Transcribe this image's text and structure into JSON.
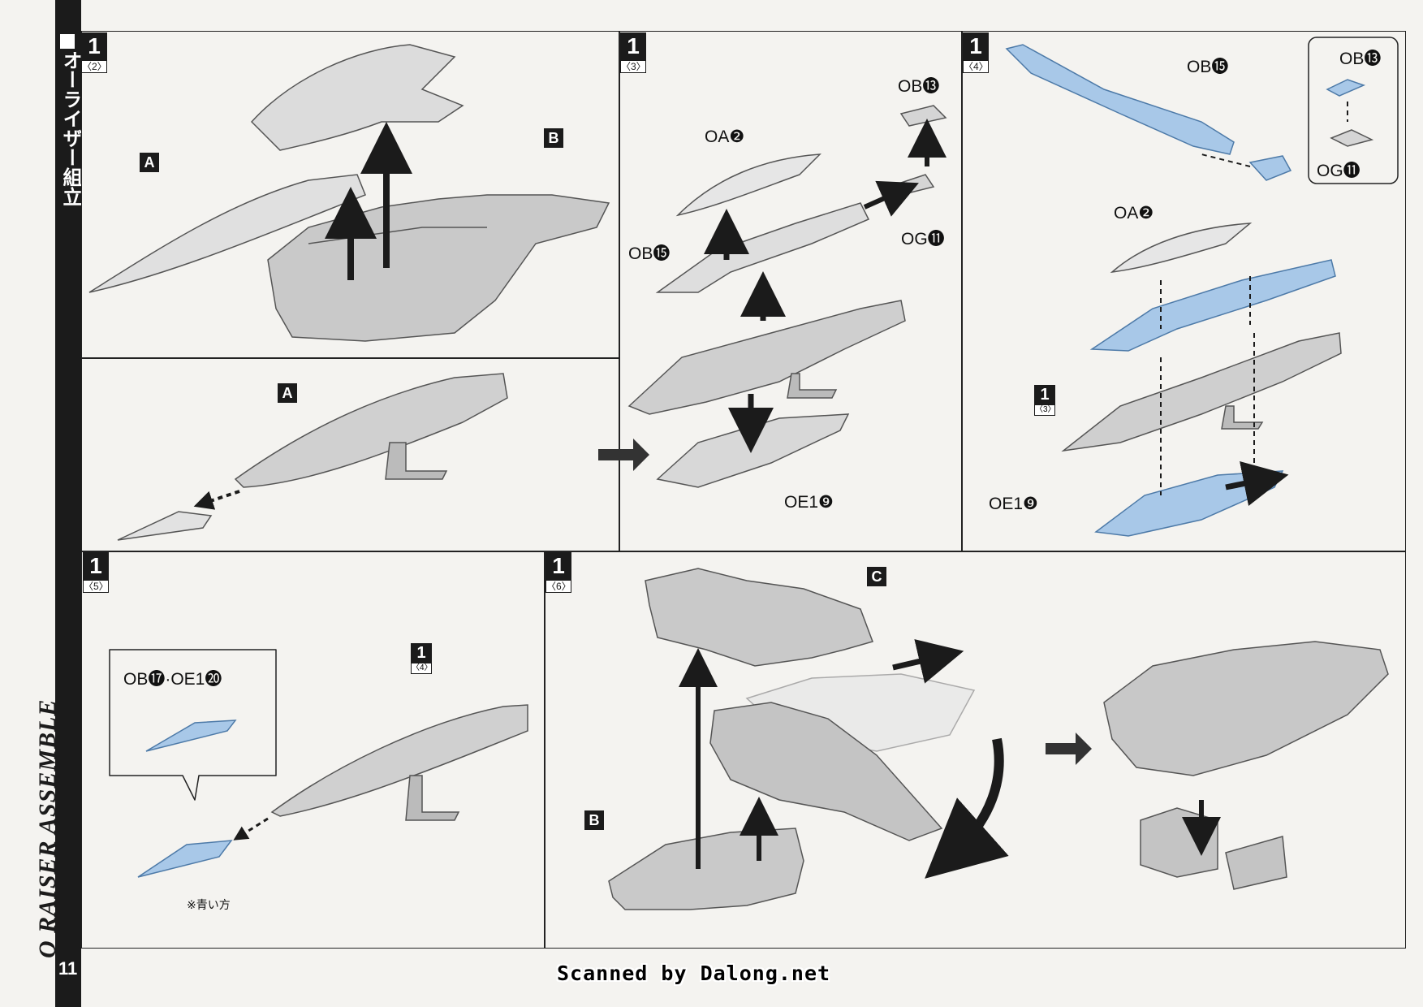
{
  "sidebar": {
    "title_jp": "オーライザー組立",
    "title_en": "O RAISER ASSEMBLE",
    "page_number": "11"
  },
  "watermark": "Scanned by Dalong.net",
  "panels": {
    "p1": {
      "step": "1",
      "sub": "〈2〉",
      "labels": {
        "A": "A",
        "B": "B",
        "A2": "A"
      },
      "arrows": [
        "1",
        "2"
      ]
    },
    "p2": {
      "step": "1",
      "sub": "〈3〉",
      "parts": {
        "oa": "OA❷",
        "ob13": "OB⓭",
        "og11": "OG⓫",
        "ob15": "OB⓯",
        "oe19": "OE1❾"
      },
      "arrows": [
        "1",
        "2",
        "3"
      ]
    },
    "p3": {
      "step": "1",
      "sub": "〈4〉",
      "parts": {
        "ob15": "OB⓯",
        "ob13": "OB⓭",
        "og11": "OG⓫",
        "oa": "OA❷",
        "oe19": "OE1❾"
      },
      "ref_step": "1",
      "ref_sub": "〈3〉"
    },
    "p4": {
      "step": "1",
      "sub": "〈5〉",
      "callout": "OB⓱·OE1⓴",
      "ref_step": "1",
      "ref_sub": "〈4〉",
      "note": "※青い方"
    },
    "p5": {
      "step": "1",
      "sub": "〈6〉",
      "labels": {
        "C": "C",
        "B": "B"
      },
      "arrows": [
        "1",
        "2",
        "3",
        "4"
      ]
    }
  },
  "colors": {
    "part_gray": "#c9c9c9",
    "part_blue": "#a8c8e8",
    "ink": "#1b1b1b"
  }
}
